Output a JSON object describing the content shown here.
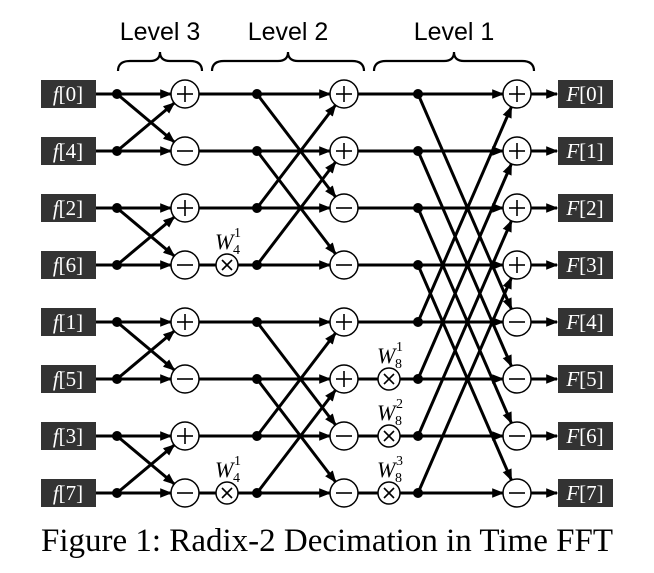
{
  "levels": [
    "Level 3",
    "Level 2",
    "Level 1"
  ],
  "inputs": [
    {
      "fn": "f",
      "idx": "[0]"
    },
    {
      "fn": "f",
      "idx": "[4]"
    },
    {
      "fn": "f",
      "idx": "[2]"
    },
    {
      "fn": "f",
      "idx": "[6]"
    },
    {
      "fn": "f",
      "idx": "[1]"
    },
    {
      "fn": "f",
      "idx": "[5]"
    },
    {
      "fn": "f",
      "idx": "[3]"
    },
    {
      "fn": "f",
      "idx": "[7]"
    }
  ],
  "outputs": [
    {
      "fn": "F",
      "idx": "[0]"
    },
    {
      "fn": "F",
      "idx": "[1]"
    },
    {
      "fn": "F",
      "idx": "[2]"
    },
    {
      "fn": "F",
      "idx": "[3]"
    },
    {
      "fn": "F",
      "idx": "[4]"
    },
    {
      "fn": "F",
      "idx": "[5]"
    },
    {
      "fn": "F",
      "idx": "[6]"
    },
    {
      "fn": "F",
      "idx": "[7]"
    }
  ],
  "stage1_ops": [
    "+",
    "−",
    "+",
    "−",
    "+",
    "−",
    "+",
    "−"
  ],
  "stage2_ops": [
    "+",
    "+",
    "−",
    "−",
    "+",
    "+",
    "−",
    "−"
  ],
  "stage3_ops": [
    "+",
    "+",
    "+",
    "+",
    "−",
    "−",
    "−",
    "−"
  ],
  "twiddles_stage2": [
    {
      "row": 3,
      "base": "W",
      "sub": "4",
      "sup": "1"
    },
    {
      "row": 7,
      "base": "W",
      "sub": "4",
      "sup": "1"
    }
  ],
  "twiddles_stage3": [
    {
      "row": 5,
      "base": "W",
      "sub": "8",
      "sup": "1"
    },
    {
      "row": 6,
      "base": "W",
      "sub": "8",
      "sup": "2"
    },
    {
      "row": 7,
      "base": "W",
      "sub": "8",
      "sup": "3"
    }
  ],
  "caption": "Figure 1: Radix-2 Decimation in Time FFT"
}
